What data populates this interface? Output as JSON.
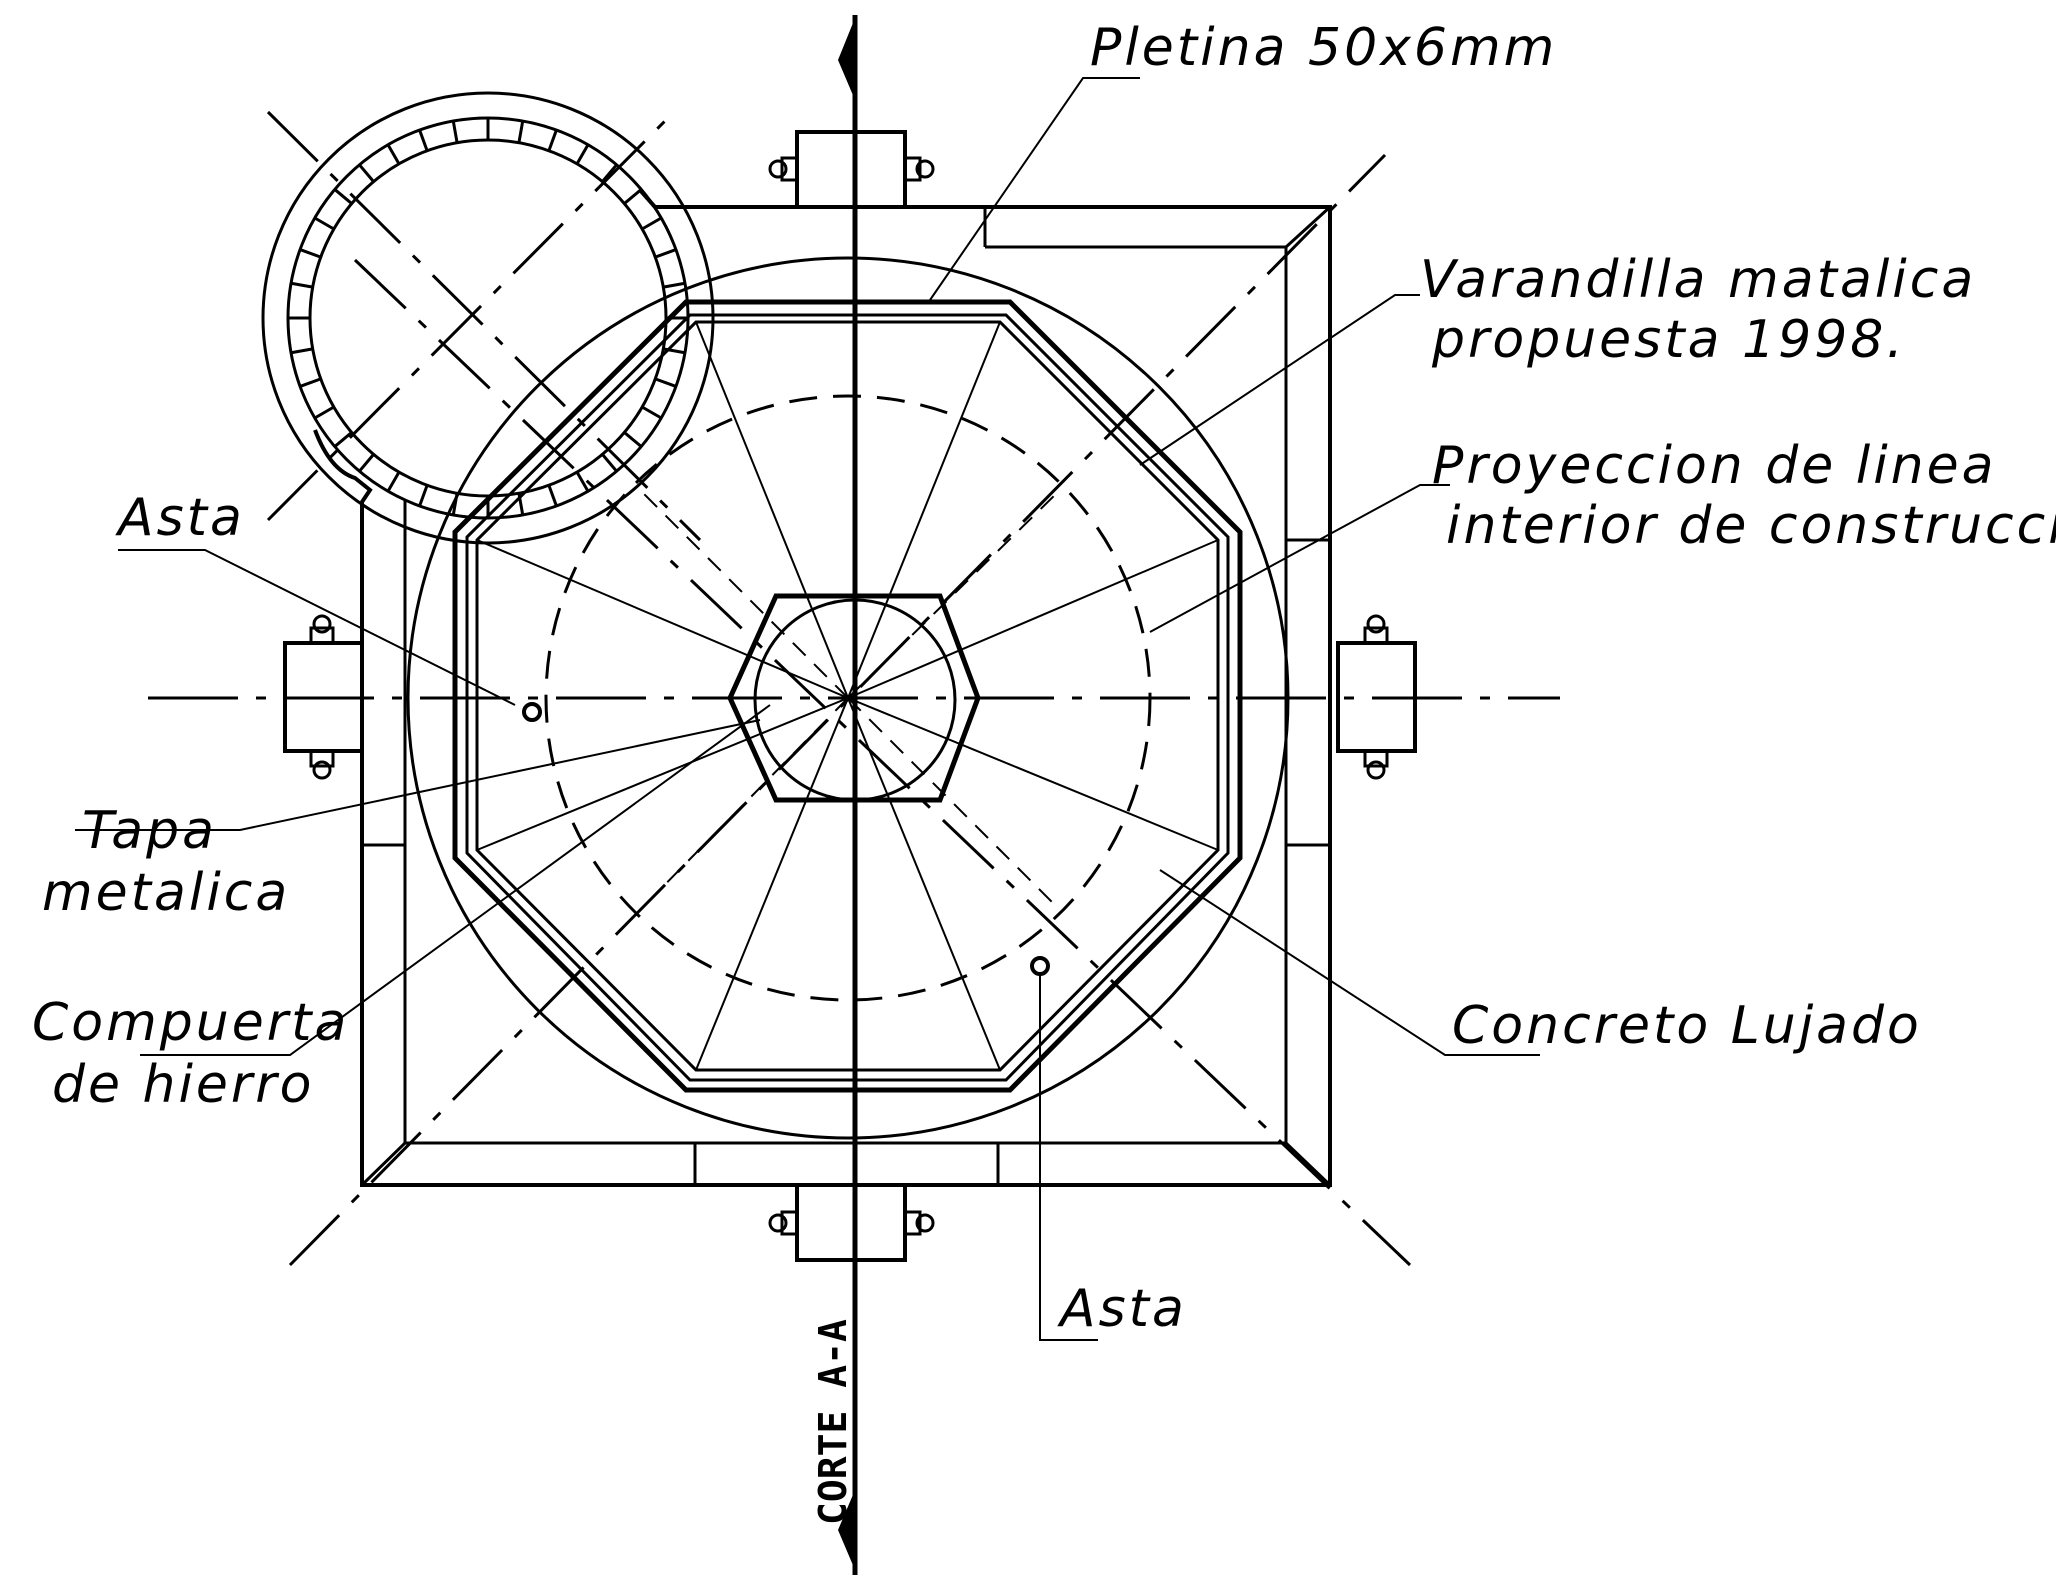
{
  "labels": {
    "pletina": "Pletina  50x6mm",
    "varandilla_1": "Varandilla matalica",
    "varandilla_2": "propuesta  1998.",
    "proyeccion_1": "Proyeccion  de  linea",
    "proyeccion_2": "interior  de  construccion",
    "asta_left": "Asta",
    "tapa_1": "Tapa",
    "tapa_2": "metalica",
    "compuerta_1": "Compuerta",
    "compuerta_2": "de  hierro",
    "concreto": "Concreto  Lujado",
    "asta_bottom": "Asta",
    "section": "CORTE A-A"
  }
}
